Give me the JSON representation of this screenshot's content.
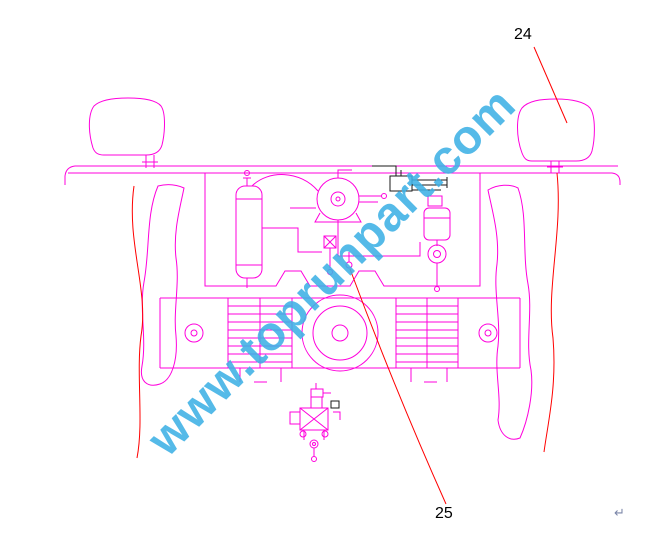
{
  "page": {
    "background": "#ffffff",
    "return_mark": "↵"
  },
  "watermark": {
    "text": "www.toprunpart.com",
    "color": "#3eb1e5",
    "rotation_deg": -45
  },
  "callouts": [
    {
      "label": "24"
    },
    {
      "label": "25"
    }
  ],
  "diagram": {
    "type": "vehicle-rear-axle-air-suspension-parts-drawing",
    "colors": {
      "primary": "#ff00dd",
      "leader": "#ff0000",
      "detail": "#1a1a1a"
    }
  }
}
